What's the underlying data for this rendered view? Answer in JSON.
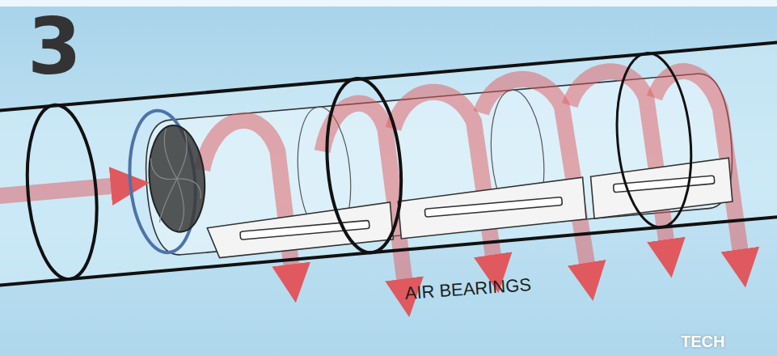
{
  "diagram": {
    "labels": [
      "3",
      "AIR BEARINGS",
      "TECH"
    ]
  }
}
